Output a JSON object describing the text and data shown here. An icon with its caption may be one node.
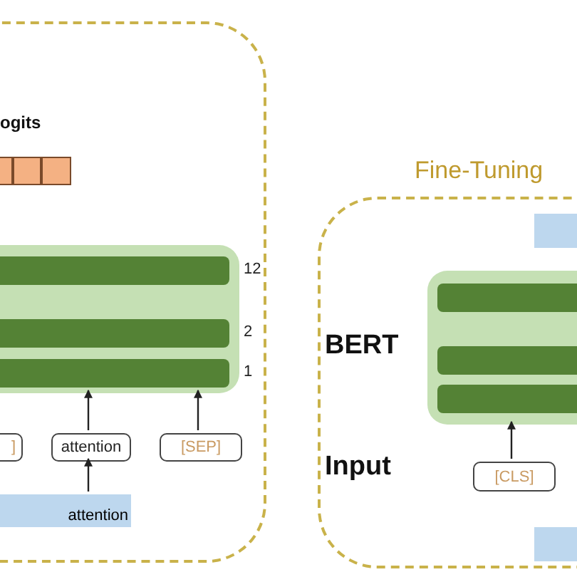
{
  "diagram": {
    "nodes": [
      {
        "text": [],
        "shape": "box"
      },
      {
        "text": [],
        "shape": "box",
        "in": 0
      },
      {
        "text": [],
        "shape": "box",
        "in": 0
      },
      {
        "text": [],
        "shape": "box",
        "in": 0
      },
      {
        "text": [],
        "shape": "box",
        "in": 0
      },
      {
        "text": [],
        "shape": "bar",
        "in": 4,
        "beside": [
          "12"
        ]
      },
      {
        "text": [],
        "shape": "bar",
        "in": 4,
        "beside": [
          "2"
        ]
      },
      {
        "text": [],
        "shape": "bar",
        "in": 4,
        "beside": [
          "1"
        ]
      },
      {
        "text": [
          "]"
        ],
        "in": 0
      },
      {
        "text": [
          "attention"
        ],
        "in": 0
      },
      {
        "text": [
          "[SEP]"
        ],
        "in": 0
      },
      {
        "text": [
          "attention"
        ],
        "in": 0
      },
      {
        "text": [
          "Fine-Tuning"
        ]
      },
      {
        "text": [],
        "shape": "box",
        "in": 12
      },
      {
        "text": [],
        "shape": "box",
        "in": 12
      },
      {
        "text": [],
        "shape": "bar",
        "in": 14
      },
      {
        "text": [],
        "shape": "bar",
        "in": 14
      },
      {
        "text": [],
        "shape": "bar",
        "in": 14
      },
      {
        "text": [
          "[CLS]"
        ],
        "in": 12
      },
      {
        "text": [],
        "shape": "box",
        "in": 12
      }
    ],
    "edges": [
      {
        "from": 11,
        "to": 9,
        "arrow": "to"
      },
      {
        "from": 9,
        "to": 4,
        "arrow": "to"
      },
      {
        "from": 10,
        "to": 4,
        "arrow": "to"
      },
      {
        "from": 18,
        "to": 14,
        "arrow": "to"
      }
    ],
    "labels": [
      "ogits",
      "BERT",
      "Input"
    ]
  }
}
